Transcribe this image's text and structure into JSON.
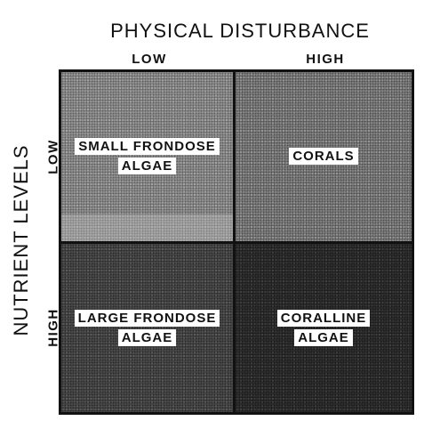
{
  "diagram": {
    "title": "PHYSICAL  DISTURBANCE",
    "x_levels": {
      "low": "LOW",
      "high": "HIGH"
    },
    "y_title": "NUTRIENT  LEVELS",
    "y_levels": {
      "low": "LOW",
      "high": "HIGH"
    },
    "cells": {
      "top_left": {
        "line1": "SMALL  FRONDOSE",
        "line2": "ALGAE"
      },
      "top_right": {
        "line1": "CORALS"
      },
      "bottom_left": {
        "line1": "LARGE FRONDOSE",
        "line2": "ALGAE"
      },
      "bottom_right": {
        "line1": "CORALLINE",
        "line2": "ALGAE"
      }
    }
  }
}
